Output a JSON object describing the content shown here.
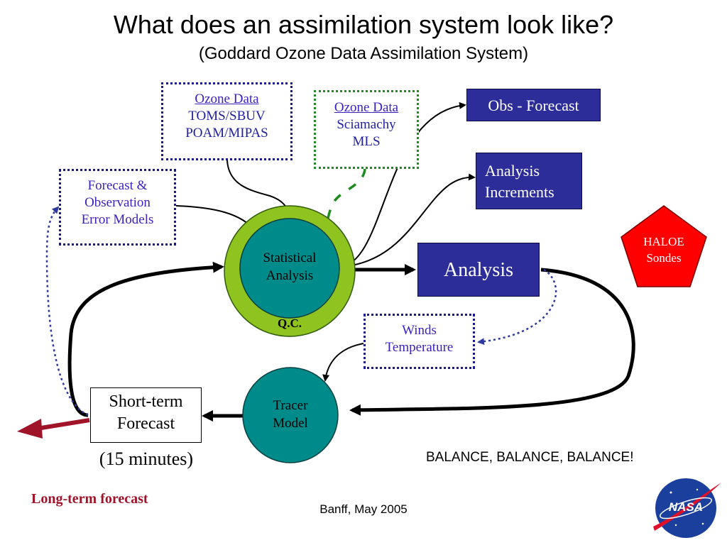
{
  "title": "What does an assimilation system look like?",
  "subtitle": "(Goddard Ozone Data Assimilation System)",
  "ozone_box_1": {
    "heading": "Ozone Data",
    "line1": "TOMS/SBUV",
    "line2": "POAM/MIPAS"
  },
  "ozone_box_2": {
    "heading": "Ozone Data",
    "line1": "Sciamachy",
    "line2": "MLS"
  },
  "error_models": {
    "line1": "Forecast &",
    "line2": "Observation",
    "line3": "Error Models"
  },
  "stat_analysis": {
    "line1": "Statistical",
    "line2": "Analysis",
    "qc": "Q.C."
  },
  "obs_forecast": "Obs - Forecast",
  "increments": {
    "line1": "Analysis",
    "line2": "Increments"
  },
  "analysis": "Analysis",
  "haloe": {
    "line1": "HALOE",
    "line2": "Sondes"
  },
  "winds": {
    "line1": "Winds",
    "line2": "Temperature"
  },
  "tracer": {
    "line1": "Tracer",
    "line2": "Model"
  },
  "short_term": {
    "line1": "Short-term",
    "line2": "Forecast",
    "line3": "(15 minutes)"
  },
  "balance": "BALANCE, BALANCE, BALANCE!",
  "long_term": "Long-term forecast",
  "footer": "Banff, May 2005",
  "logo_text": "NASA",
  "colors": {
    "navy": "#2d2d9a",
    "teal": "#008b8b",
    "lime": "#8fc31f",
    "red": "#ff0000",
    "maroon": "#a0142a",
    "purple_text": "#3b1fbf",
    "dotted_blue": "#1a1a8c",
    "dotted_green": "#1e8c1e"
  }
}
